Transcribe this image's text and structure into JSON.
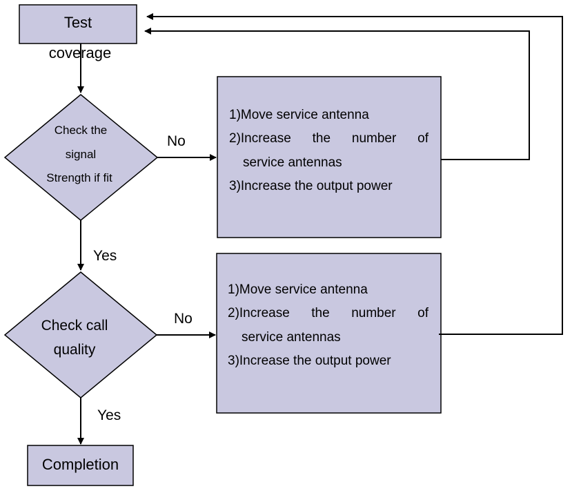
{
  "colors": {
    "box_fill": "#c9c8e0",
    "stroke": "#000000",
    "background": "#ffffff"
  },
  "nodes": {
    "start": {
      "line1": "Test",
      "line2": "coverage"
    },
    "signal_check": {
      "line1": "Check the",
      "line2": "signal",
      "line3": "Strength if fit"
    },
    "quality_check": {
      "line1": "Check call",
      "line2": "quality"
    },
    "end": {
      "label": "Completion"
    },
    "actions_1": {
      "item1": "1)Move service antenna",
      "item2": "2)Increase  the  number  of",
      "item2_cont": "service antennas",
      "item3": "3)Increase the output power"
    },
    "actions_2": {
      "item1": "1)Move service antenna",
      "item2": "2)Increase  the  number  of",
      "item2_cont": "service antennas",
      "item3": "3)Increase the output power"
    }
  },
  "edges": {
    "signal_no": "No",
    "signal_yes": "Yes",
    "quality_no": "No",
    "quality_yes": "Yes"
  }
}
